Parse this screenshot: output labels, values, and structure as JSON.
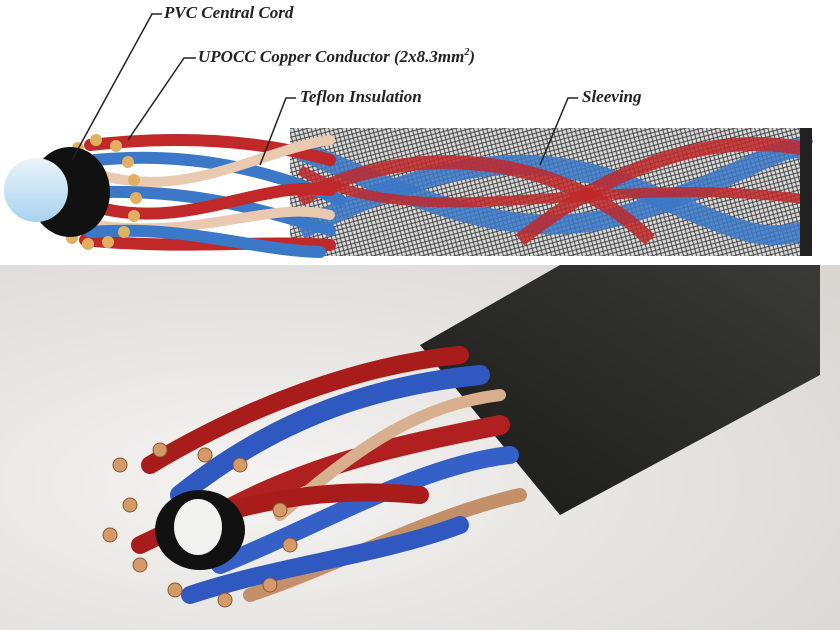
{
  "labels": {
    "pvc_central_cord": "PVC Central Cord",
    "copper_conductor": "UPOCC Copper Conductor (2x8.3mm",
    "copper_conductor_sup": "2",
    "copper_conductor_end": ")",
    "teflon_insulation": "Teflon Insulation",
    "sleeving": "Sleeving"
  },
  "colors": {
    "red_wire": "#c0282a",
    "blue_wire": "#3b78c8",
    "copper": "#e0b060",
    "sleeve_dark": "#2a2a2a",
    "photo_background": "#e8e6e3"
  }
}
